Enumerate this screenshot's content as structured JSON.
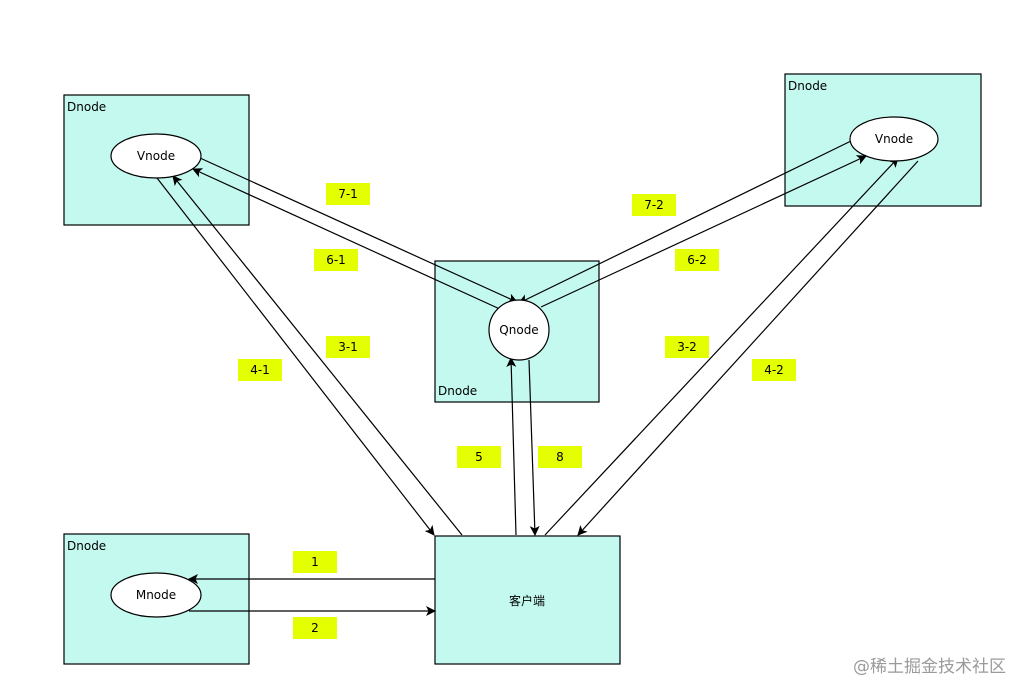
{
  "colors": {
    "box_fill": "#c4f9f0",
    "label_fill": "#e3ff00",
    "stroke": "#000000",
    "node_fill": "#ffffff"
  },
  "dnodes": {
    "top_left": "Dnode",
    "top_right": "Dnode",
    "center": "Dnode",
    "bottom_left": "Dnode"
  },
  "nodes": {
    "vnode_left": "Vnode",
    "vnode_right": "Vnode",
    "qnode": "Qnode",
    "mnode": "Mnode",
    "client": "客户端"
  },
  "steps": {
    "s1": "1",
    "s2": "2",
    "s3_1": "3-1",
    "s3_2": "3-2",
    "s4_1": "4-1",
    "s4_2": "4-2",
    "s5": "5",
    "s6_1": "6-1",
    "s6_2": "6-2",
    "s7_1": "7-1",
    "s7_2": "7-2",
    "s8": "8"
  },
  "watermark": "@稀土掘金技术社区"
}
